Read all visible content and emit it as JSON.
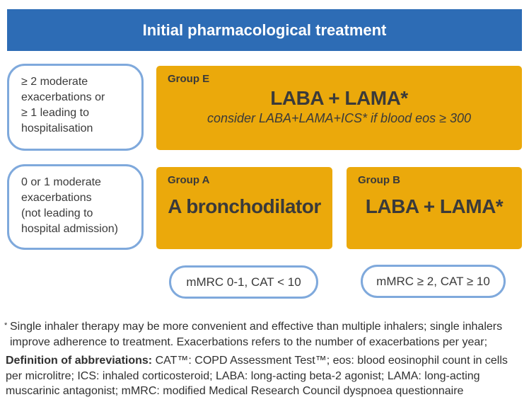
{
  "colors": {
    "blue": "#2D6CB5",
    "gold": "#EBA90B",
    "border_blue": "#7FA9DC"
  },
  "title_bar": {
    "label": "Initial pharmacological treatment"
  },
  "criteria_boxes": [
    {
      "text": "≥ 2 moderate\nexacerbations or\n≥ 1 leading to\nhospitalisation"
    },
    {
      "text": "0 or 1 moderate\nexacerbations\n(not leading to\nhospital admission)"
    }
  ],
  "groups": [
    {
      "name": "Group E",
      "treatment": "LABA + LAMA*",
      "note": "consider LABA+LAMA+ICS* if blood eos ≥ 300"
    },
    {
      "name": "Group A",
      "treatment": "A bronchodilator"
    },
    {
      "name": "Group B",
      "treatment": "LABA + LAMA*"
    }
  ],
  "assessment_pills": [
    {
      "label": "mMRC 0-1, CAT < 10"
    },
    {
      "label": "mMRC ≥ 2, CAT ≥ 10"
    }
  ],
  "footnotes": {
    "asterisk": "*",
    "note": "Single inhaler therapy may be more convenient and effective than multiple inhalers; single inhalers improve adherence to treatment. Exacerbations refers to the number of exacerbations per year;",
    "definitions_label": "Definition of abbreviations:",
    "definitions_text": " CAT™: COPD Assessment Test™; eos: blood eosinophil count in cells per microlitre; ICS: inhaled corticosteroid; LABA: long-acting beta-2 agonist; LAMA: long-acting muscarinic antagonist; mMRC: modified Medical Research Council dyspnoea questionnaire"
  }
}
